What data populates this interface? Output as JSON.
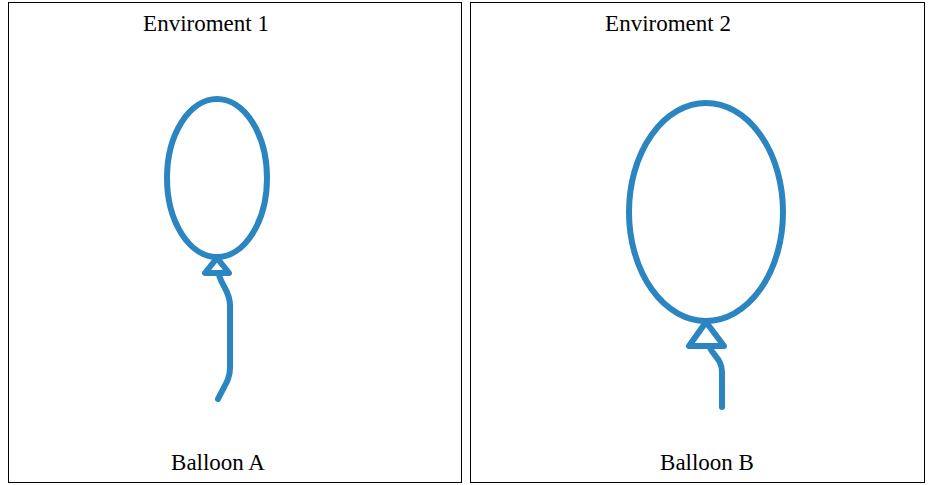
{
  "diagram": {
    "nodes": [
      {
        "text": [
          "Enviroment 1",
          "Balloon A"
        ]
      },
      {
        "text": [
          "Enviroment 2",
          "Balloon B"
        ]
      }
    ]
  }
}
